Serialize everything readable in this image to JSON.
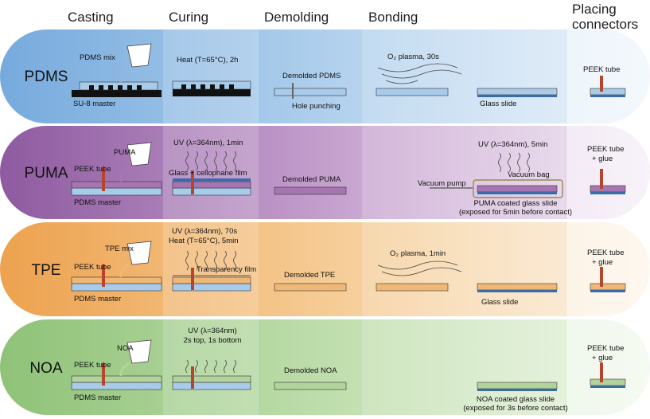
{
  "header": {
    "casting": "Casting",
    "curing": "Curing",
    "demolding": "Demolding",
    "bonding": "Bonding",
    "placing_1": "Placing",
    "placing_2": "connectors"
  },
  "rows": {
    "pdms": {
      "name": "PDMS",
      "casting_material": "PDMS mix",
      "casting_master": "SU-8 master",
      "curing": "Heat (T=65°C), 2h",
      "demold": "Demolded PDMS",
      "hole": "Hole punching",
      "bond_plasma": "O₂ plasma, 30s",
      "bond_slide": "Glass slide",
      "connector": "PEEK tube"
    },
    "puma": {
      "name": "PUMA",
      "casting_material": "PUMA",
      "casting_tube": "PEEK tube",
      "casting_master": "PDMS master",
      "curing_1": "UV (λ=364nm), 1min",
      "curing_film": "Glass + cellophane film",
      "demold": "Demolded PUMA",
      "bond_uv": "UV (λ=364nm), 5min",
      "bond_pump": "Vacuum pump",
      "bond_bag": "Vacuum bag",
      "bond_slide_1": "PUMA coated glass slide",
      "bond_slide_2": "(exposed for 5min before contact)",
      "connector_1": "PEEK tube",
      "connector_2": "+ glue"
    },
    "tpe": {
      "name": "TPE",
      "casting_material": "TPE mix",
      "casting_tube": "PEEK tube",
      "casting_master": "PDMS master",
      "curing_1": "UV (λ=364nm), 70s",
      "curing_2": "Heat (T=65°C), 5min",
      "curing_film": "Transparency film",
      "demold": "Demolded TPE",
      "bond_plasma": "O₂ plasma, 1min",
      "bond_slide": "Glass slide",
      "connector_1": "PEEK tube",
      "connector_2": "+ glue"
    },
    "noa": {
      "name": "NOA",
      "casting_material": "NOA",
      "casting_tube": "PEEK tube",
      "casting_master": "PDMS master",
      "curing_1": "UV (λ=364nm)",
      "curing_2": "2s top, 1s bottom",
      "demold": "Demolded NOA",
      "bond_slide_1": "NOA coated glass slide",
      "bond_slide_2": "(exposed for 3s before contact)",
      "connector_1": "PEEK tube",
      "connector_2": "+ glue"
    }
  },
  "colors": {
    "pdms": "#a9cbea",
    "puma": "#a776b2",
    "tpe": "#efb877",
    "noa": "#b2d49c",
    "peek": "#b5452d",
    "glass": "#3a6da8"
  }
}
